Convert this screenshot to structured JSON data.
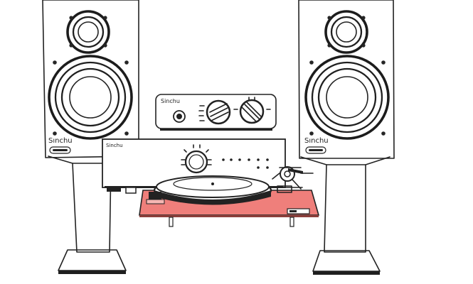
{
  "scene": {
    "title": "",
    "accent_color": "#ef7f7b",
    "ink_color": "#222222",
    "paper_color": "#ffffff"
  },
  "speakers": {
    "left_brand": "Sınchu",
    "right_brand": "Sınchu"
  },
  "headphone_amp": {
    "brand": "Sinchu"
  },
  "integrated_amp": {
    "brand": "Sinchu"
  }
}
